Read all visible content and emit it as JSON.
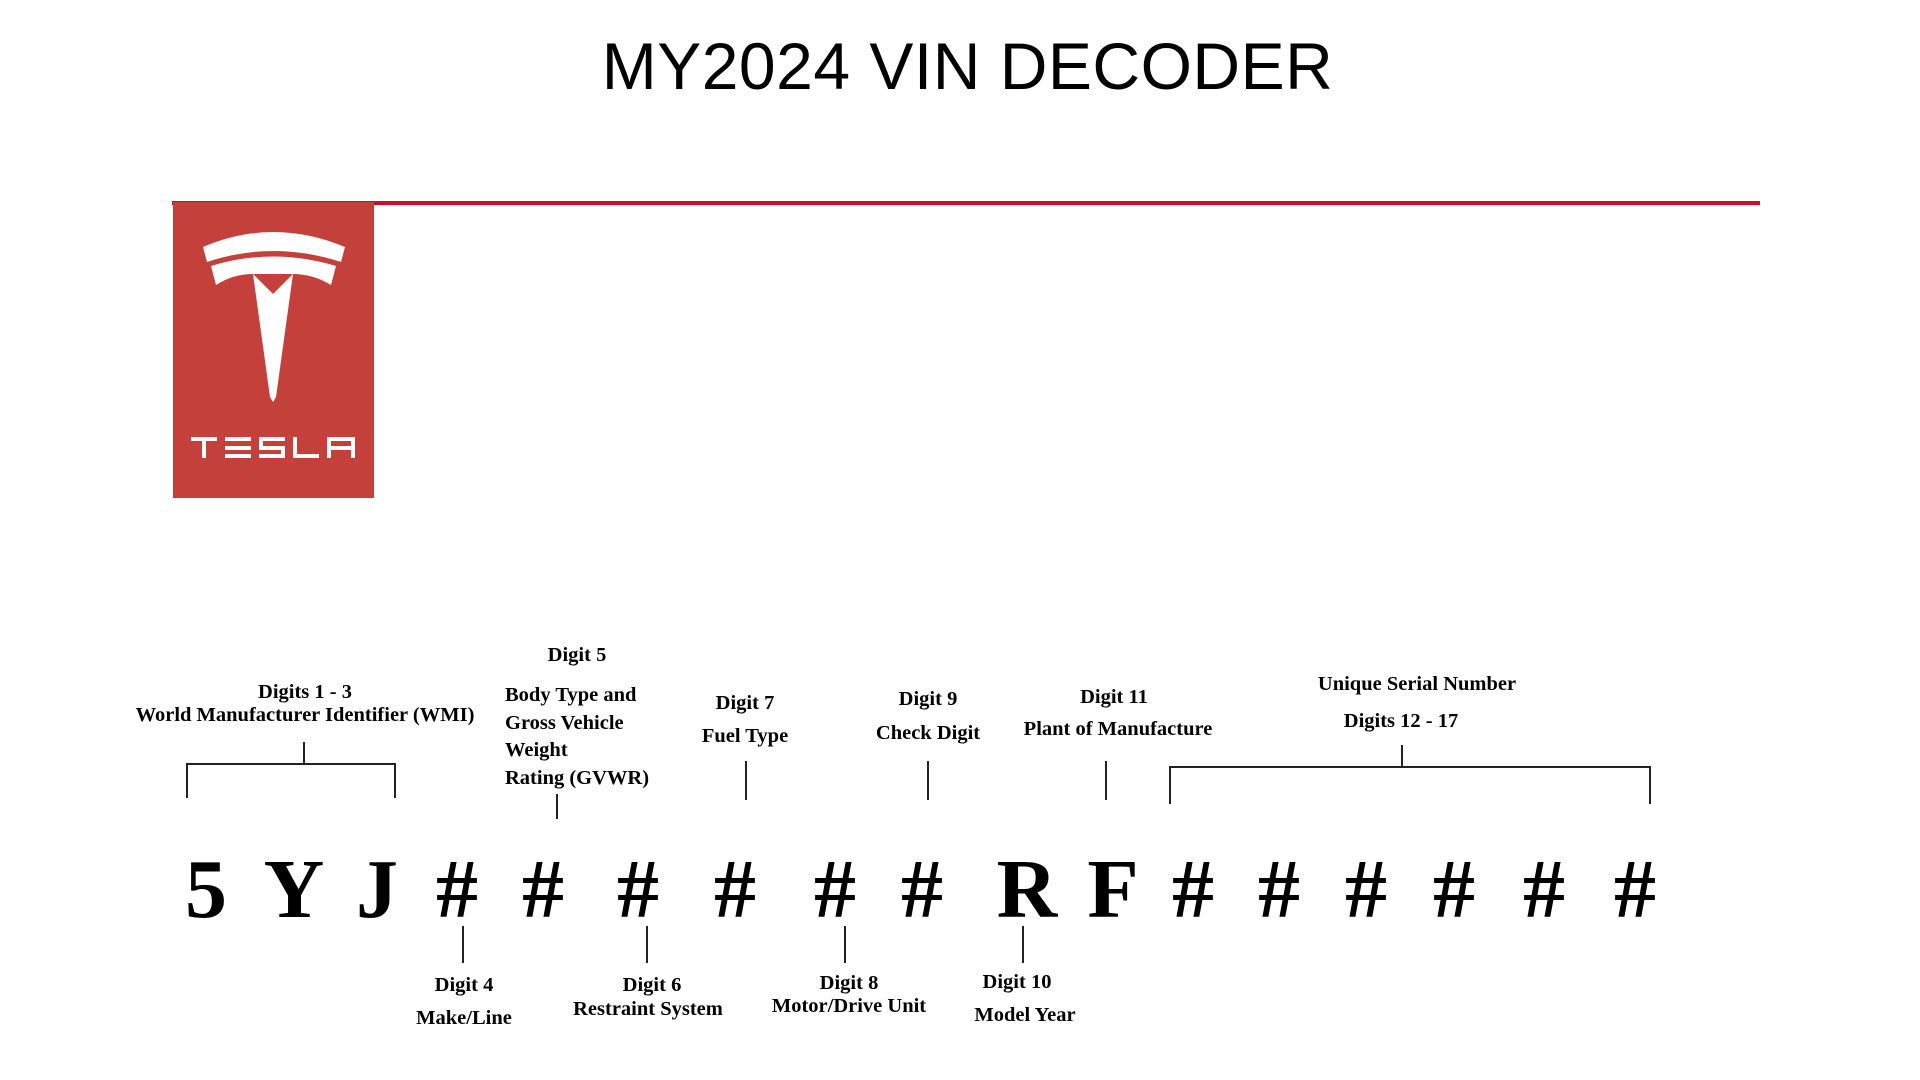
{
  "title": "MY2024 VIN DECODER",
  "logo": {
    "text": "TESLA",
    "color": "#c4403a"
  },
  "accent_line_color": "#c8102e",
  "vin_characters": [
    "5",
    "Y",
    "J",
    "#",
    "#",
    "#",
    "#",
    "#",
    "#",
    "R",
    "F",
    "#",
    "#",
    "#",
    "#",
    "#",
    "#"
  ],
  "labels_above": {
    "wmi": {
      "title": "Digits  1 - 3",
      "desc": "World Manufacturer  Identifier  (WMI)"
    },
    "digit5": {
      "title": "Digit  5",
      "desc_lines": [
        "Body Type and",
        "Gross Vehicle",
        "Weight",
        "Rating (GVWR)"
      ]
    },
    "digit7": {
      "title": "Digit  7",
      "desc": "Fuel Type"
    },
    "digit9": {
      "title": "Digit  9",
      "desc": "Check Digit"
    },
    "digit11": {
      "title": "Digit  11",
      "desc": "Plant  of Manufacture"
    },
    "serial": {
      "title": "Unique  Serial Number",
      "desc": "Digits  12 - 17"
    }
  },
  "labels_below": {
    "digit4": {
      "title": "Digit  4",
      "desc": "Make/Line"
    },
    "digit6": {
      "title": "Digit  6",
      "desc": "Restraint  System"
    },
    "digit8": {
      "title": "Digit  8",
      "desc": "Motor/Drive Unit"
    },
    "digit10": {
      "title": "Digit  10",
      "desc": "Model Year"
    }
  }
}
